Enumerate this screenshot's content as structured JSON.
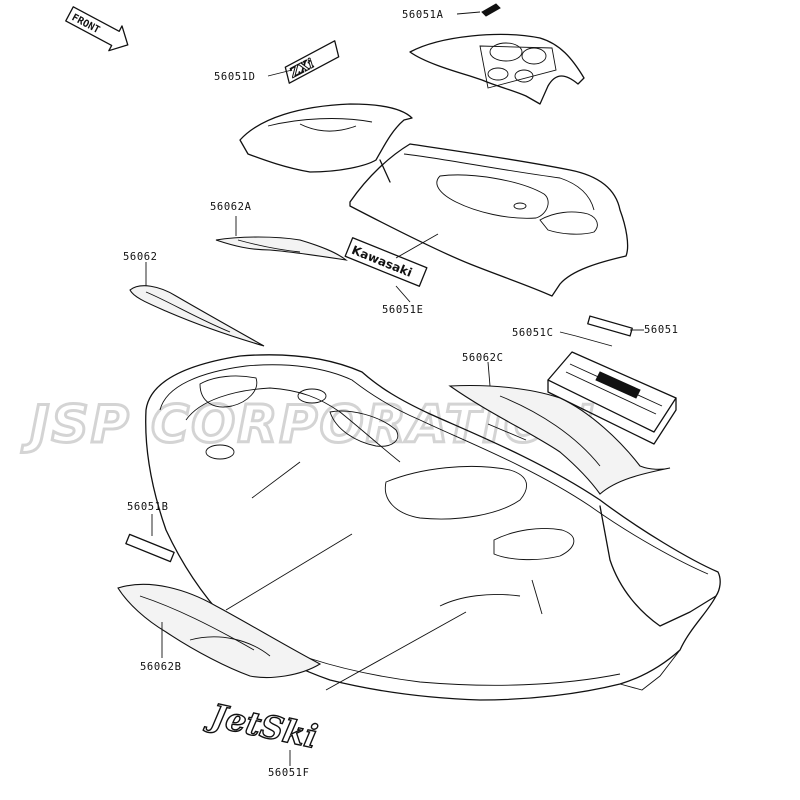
{
  "front_arrow": {
    "text": "FRONT"
  },
  "watermark": {
    "text": "JSP CORPORATION"
  },
  "decals": {
    "kawasaki": "Kawasaki",
    "jetski": "JetSki"
  },
  "parts": {
    "p56051A": "56051A",
    "p56051D": "56051D",
    "p56062A": "56062A",
    "p56062": "56062",
    "p56051E": "56051E",
    "p56051C": "56051C",
    "p56051": "56051",
    "p56062C": "56062C",
    "p56051B": "56051B",
    "p56062B": "56062B",
    "p56051F": "56051F"
  }
}
